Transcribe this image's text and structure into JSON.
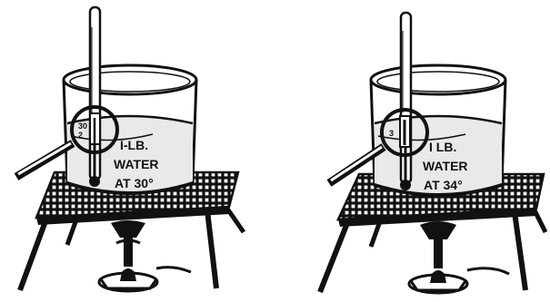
{
  "panels": [
    {
      "label_line1": "I-LB.",
      "label_line2": "WATER",
      "label_line3": "AT 30°"
    },
    {
      "label_line1": "I LB.",
      "label_line2": "WATER",
      "label_line3": "AT 34°"
    }
  ],
  "colors": {
    "ink": "#111111",
    "paper": "#ffffff",
    "water_tint": "#e9e9e9"
  }
}
